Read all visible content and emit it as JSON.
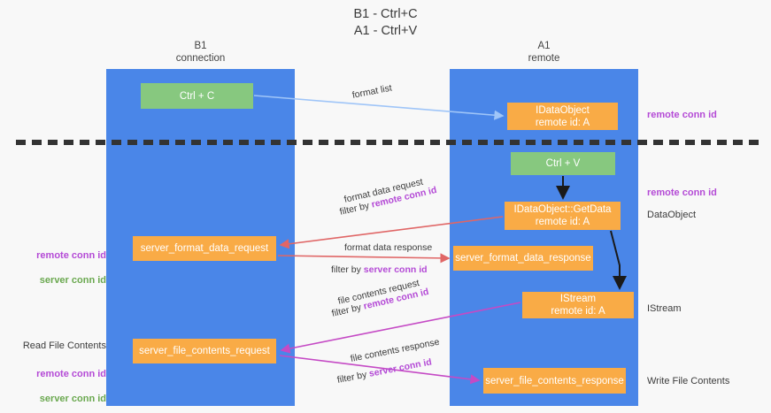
{
  "title": "B1 - Ctrl+C\nA1 - Ctrl+V",
  "columns": {
    "b1": "B1\nconnection",
    "a1": "A1\nremote"
  },
  "nodes": {
    "ctrl_c": "Ctrl + C",
    "idataobject": "IDataObject\nremote id: A",
    "ctrl_v": "Ctrl + V",
    "getdata": "IDataObject::GetData\nremote id: A",
    "server_format_data_request": "server_format_data_request",
    "server_format_data_response": "server_format_data_response",
    "istream": "IStream\nremote id: A",
    "server_file_contents_request": "server_file_contents_request",
    "server_file_contents_response": "server_file_contents_response"
  },
  "edges": {
    "format_list": "format list",
    "format_data_request": "format data request",
    "filter_by_prefix": "filter by ",
    "remote_conn_id": "remote conn id",
    "server_conn_id": "server conn id",
    "format_data_response": "format data response",
    "file_contents_request": "file contents request",
    "file_contents_response": "file contents response"
  },
  "left_labels": {
    "remote_conn_id": "remote conn id",
    "server_conn_id": "server conn id",
    "read_file_contents": "Read File Contents"
  },
  "right_labels": {
    "remote_conn_id_top": "remote conn id",
    "remote_conn_id_mid": "remote conn id",
    "dataobject": "DataObject",
    "istream": "IStream",
    "write_file_contents": "Write File Contents"
  },
  "colors": {
    "band": "#4a86e8",
    "green_node": "#87c87f",
    "orange_node": "#f9ab46",
    "remote_conn": "#b44ad6",
    "server_conn": "#6aa84f",
    "format_list_arrow": "#9fc5f8",
    "format_data_arrow": "#e06666",
    "file_contents_arrow": "#c54ac5",
    "divider": "#333333"
  }
}
